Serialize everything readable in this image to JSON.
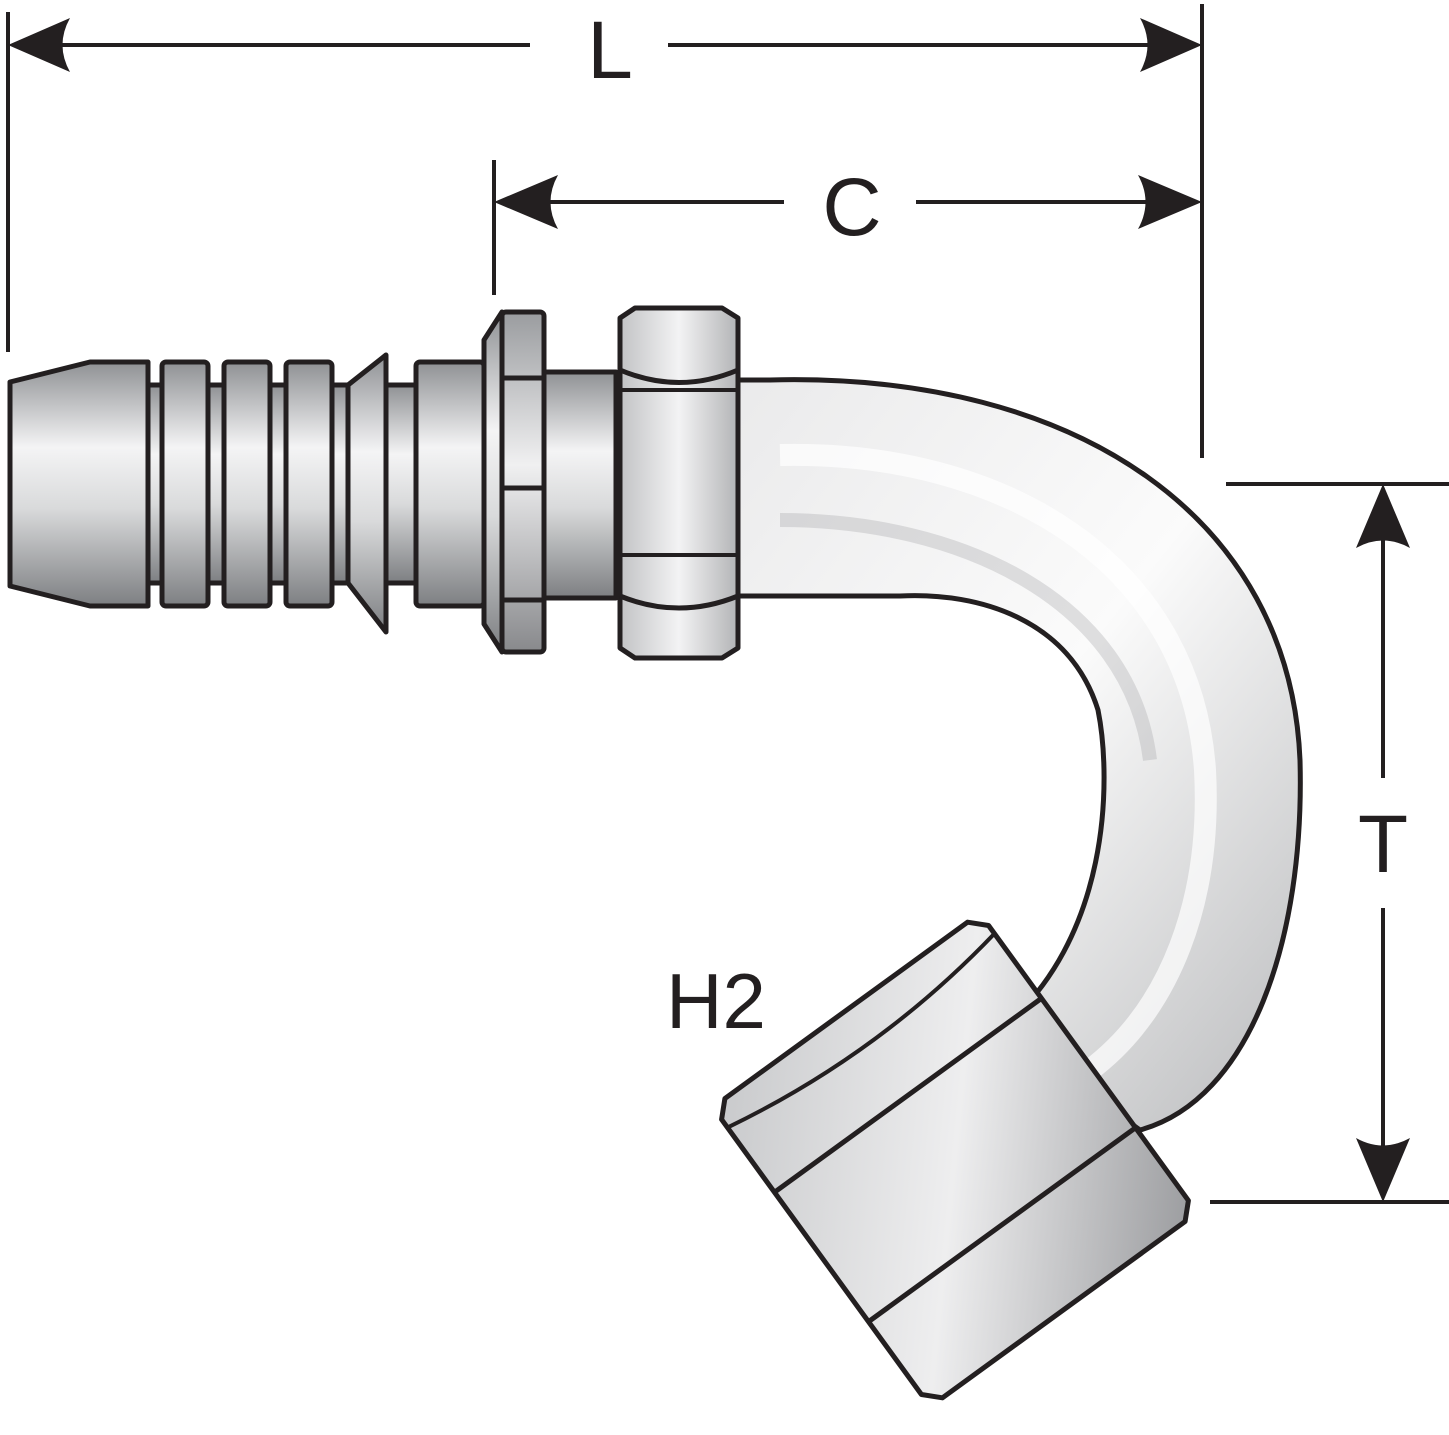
{
  "diagram": {
    "labels": {
      "length": "L",
      "center_to_end": "C",
      "drop": "T",
      "hex": "H2"
    },
    "colors": {
      "outline": "#231f20",
      "steel_light": "#f2f2f3",
      "steel_mid": "#c9cacc",
      "steel_dark": "#8d8f92",
      "background": "#ffffff"
    }
  }
}
